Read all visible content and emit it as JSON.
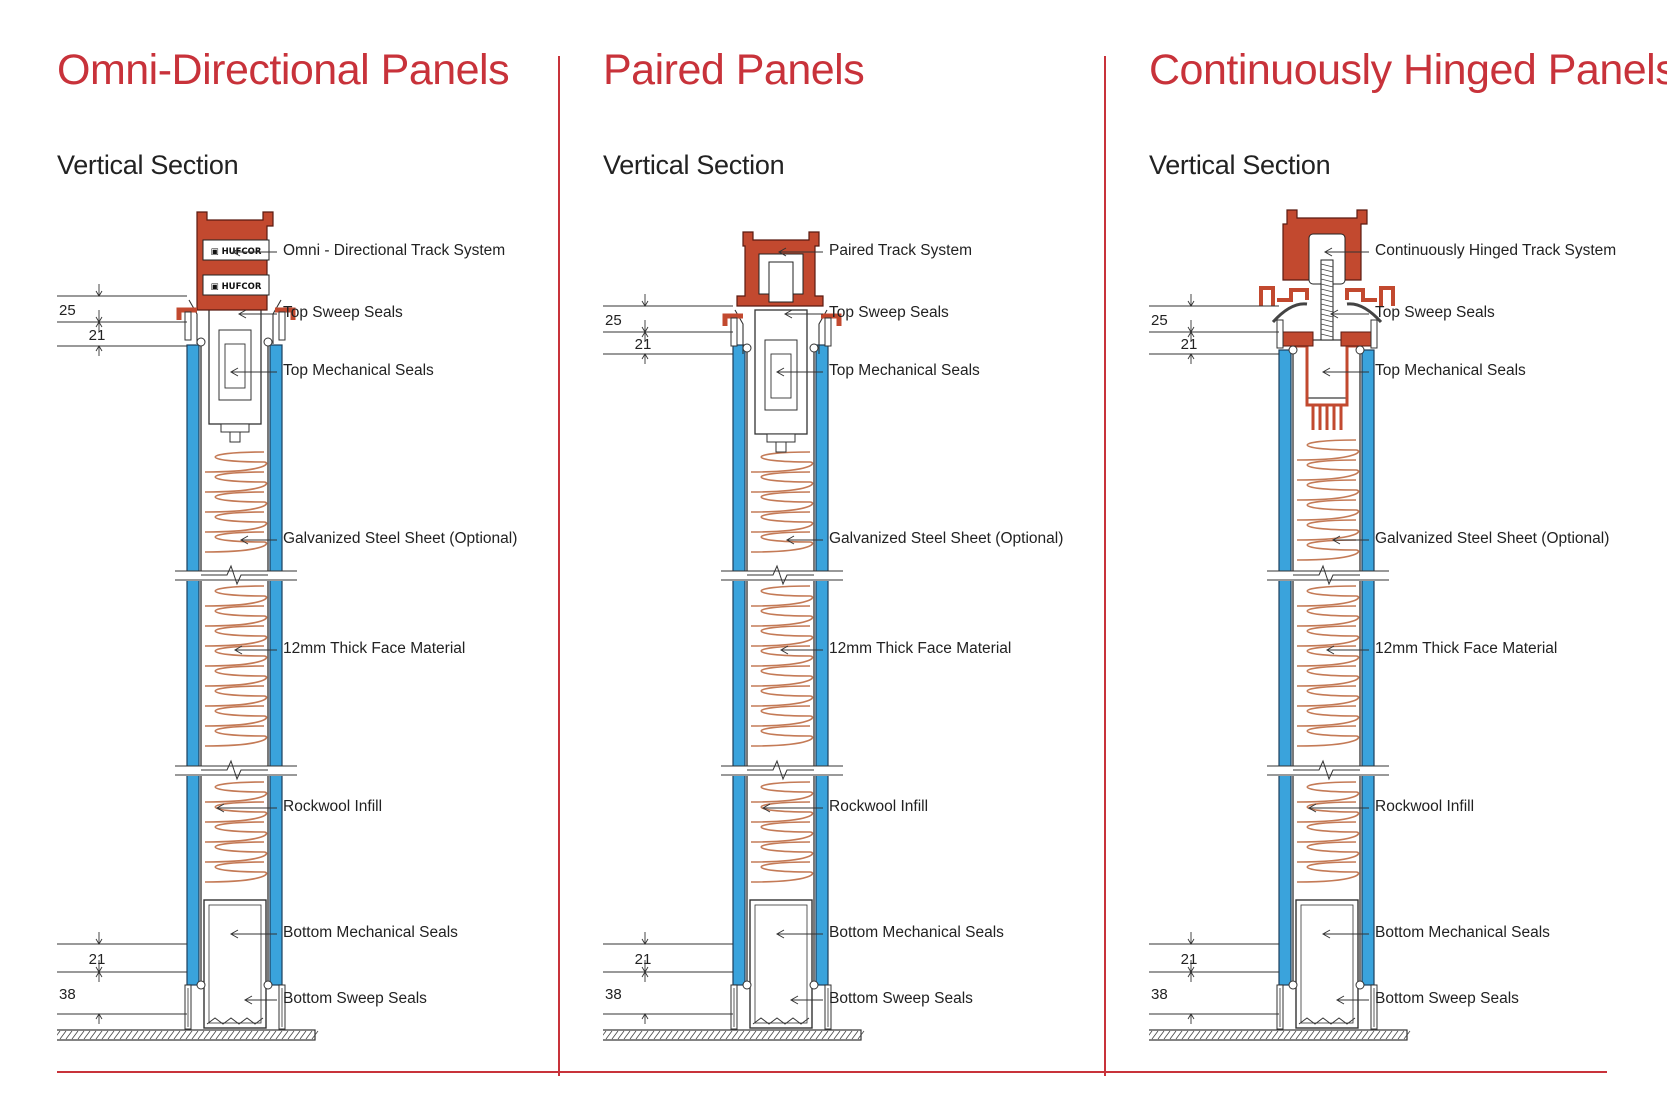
{
  "colors": {
    "accent": "#c8323a",
    "panel": "#3aa3dc",
    "track": "#c2492f",
    "infill": "#c47a56"
  },
  "columns": [
    {
      "title": "Omni-Directional Panels",
      "subtitle": "Vertical Section",
      "variant": "omni",
      "brand_label": "HUFCOR",
      "callouts": {
        "track": "Omni - Directional Track System",
        "top_sweep": "Top Sweep Seals",
        "top_mech": "Top Mechanical Seals",
        "steel": "Galvanized Steel Sheet (Optional)",
        "face": "12mm Thick Face Material",
        "infill": "Rockwool Infill",
        "bottom_mech": "Bottom Mechanical Seals",
        "bottom_sweep": "Bottom Sweep Seals"
      },
      "dimensions": {
        "top_a": "25",
        "top_b": "21",
        "bottom_a": "21",
        "bottom_b": "38"
      }
    },
    {
      "title": "Paired Panels",
      "subtitle": "Vertical Section",
      "variant": "paired",
      "callouts": {
        "track": "Paired Track System",
        "top_sweep": "Top Sweep Seals",
        "top_mech": "Top Mechanical Seals",
        "steel": "Galvanized Steel Sheet (Optional)",
        "face": "12mm Thick Face Material",
        "infill": "Rockwool Infill",
        "bottom_mech": "Bottom Mechanical Seals",
        "bottom_sweep": "Bottom Sweep Seals"
      },
      "dimensions": {
        "top_a": "25",
        "top_b": "21",
        "bottom_a": "21",
        "bottom_b": "38"
      }
    },
    {
      "title": "Continuously Hinged Panels",
      "subtitle": "Vertical Section",
      "variant": "hinged",
      "callouts": {
        "track": "Continuously Hinged Track System",
        "top_sweep": "Top Sweep Seals",
        "top_mech": "Top Mechanical Seals",
        "steel": "Galvanized Steel Sheet (Optional)",
        "face": "12mm Thick Face Material",
        "infill": "Rockwool Infill",
        "bottom_mech": "Bottom Mechanical Seals",
        "bottom_sweep": "Bottom Sweep Seals"
      },
      "dimensions": {
        "top_a": "25",
        "top_b": "21",
        "bottom_a": "21",
        "bottom_b": "38"
      }
    }
  ]
}
